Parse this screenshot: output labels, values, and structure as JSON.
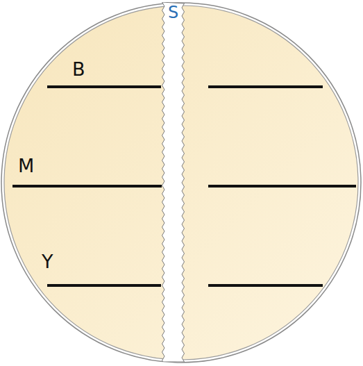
{
  "diagram": {
    "nodes": [
      {
        "text": [
          "S"
        ]
      }
    ],
    "labels": [
      "B",
      "M",
      "Y"
    ]
  }
}
